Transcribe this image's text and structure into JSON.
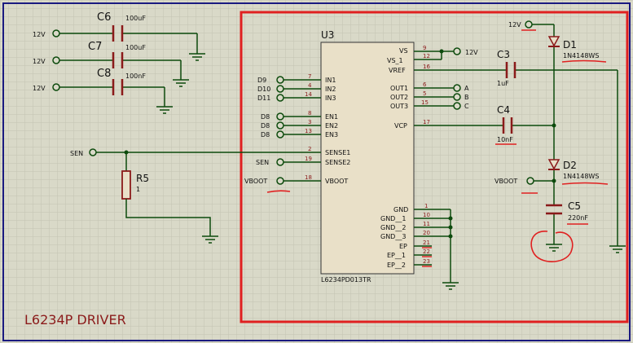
{
  "sheet_title": "L6234P DRIVER",
  "ic": {
    "ref": "U3",
    "part": "L6234PD013TR",
    "left_pins": [
      {
        "net": "D9",
        "num": "7",
        "name": "IN1"
      },
      {
        "net": "D10",
        "num": "4",
        "name": "IN2"
      },
      {
        "net": "D11",
        "num": "14",
        "name": "IN3"
      },
      {
        "net": "D8",
        "num": "8",
        "name": "EN1"
      },
      {
        "net": "D8",
        "num": "3",
        "name": "EN2"
      },
      {
        "net": "D8",
        "num": "13",
        "name": "EN3"
      },
      {
        "net": "SEN",
        "num": "2",
        "name": "SENSE1"
      },
      {
        "net": "SEN",
        "num": "19",
        "name": "SENSE2"
      },
      {
        "net": "VBOOT",
        "num": "18",
        "name": "VBOOT"
      }
    ],
    "right_top_pins": [
      {
        "num": "9",
        "name": "VS"
      },
      {
        "num": "12",
        "name": "VS_1"
      },
      {
        "num": "16",
        "name": "VREF"
      },
      {
        "num": "6",
        "name": "OUT1",
        "net": "A"
      },
      {
        "num": "5",
        "name": "OUT2",
        "net": "B"
      },
      {
        "num": "15",
        "name": "OUT3",
        "net": "C"
      },
      {
        "num": "17",
        "name": "VCP"
      }
    ],
    "right_bottom_pins": [
      {
        "num": "1",
        "name": "GND"
      },
      {
        "num": "10",
        "name": "GND__1"
      },
      {
        "num": "11",
        "name": "GND__2"
      },
      {
        "num": "20",
        "name": "GND__3"
      },
      {
        "num": "21",
        "name": "EP"
      },
      {
        "num": "22",
        "name": "EP__1"
      },
      {
        "num": "23",
        "name": "EP__2"
      }
    ]
  },
  "power_12v": "12V",
  "sen_net": "SEN",
  "vboot_net": "VBOOT",
  "caps_left": [
    {
      "ref": "C6",
      "value": "100uF",
      "net": "12V"
    },
    {
      "ref": "C7",
      "value": "100uF",
      "net": "12V"
    },
    {
      "ref": "C8",
      "value": "100nF",
      "net": "12V"
    }
  ],
  "c3": {
    "ref": "C3",
    "value": "1uF"
  },
  "c4": {
    "ref": "C4",
    "value": "10nF"
  },
  "c5": {
    "ref": "C5",
    "value": "220nF"
  },
  "d1": {
    "ref": "D1",
    "part": "1N4148WS"
  },
  "d2": {
    "ref": "D2",
    "part": "1N4148WS"
  },
  "r5": {
    "ref": "R5",
    "value": "1"
  },
  "colors": {
    "background": "#d9d9c8",
    "grid": "#c4c4b2",
    "wire": "#0c4a0c",
    "ic_fill": "#e9e0c8",
    "component": "#8b1a1a",
    "frame": "#e02020",
    "border": "#1a1a80",
    "pin_num": "#8b1a1a",
    "title": "#8b1a1a"
  }
}
